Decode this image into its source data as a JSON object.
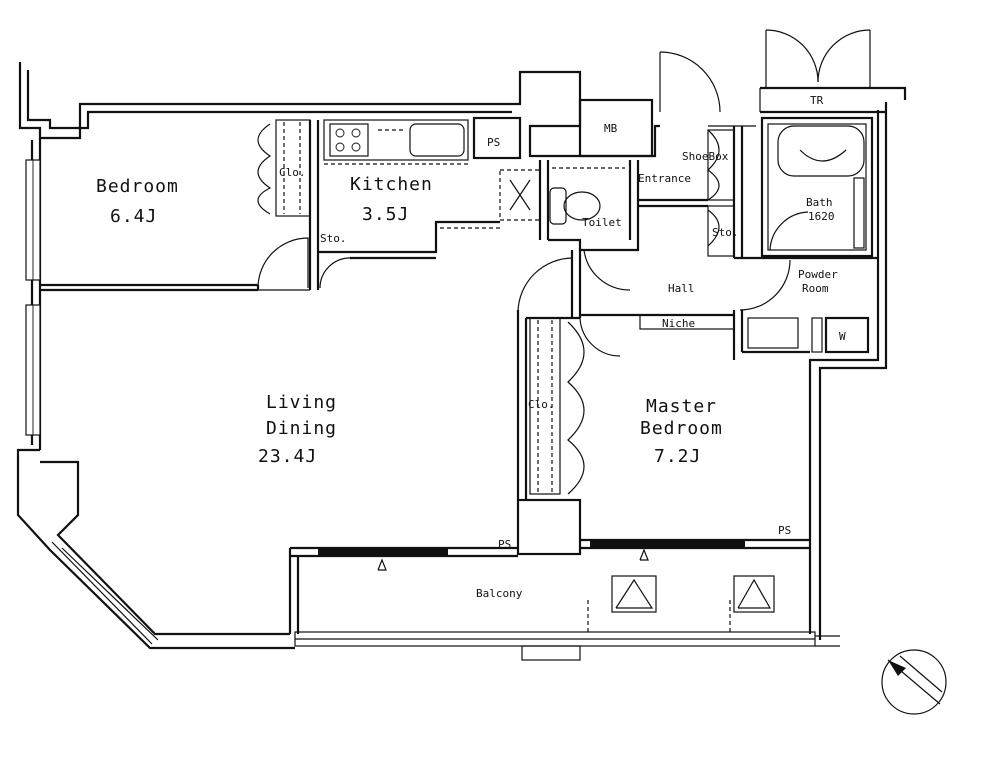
{
  "rooms": {
    "bedroom": {
      "name": "Bedroom",
      "size": "6.4J"
    },
    "kitchen": {
      "name": "Kitchen",
      "size": "3.5J"
    },
    "living": {
      "line1": "Living",
      "line2": "Dining",
      "size": "23.4J"
    },
    "master": {
      "line1": "Master",
      "line2": "Bedroom",
      "size": "7.2J"
    },
    "bath": {
      "name": "Bath",
      "size": "1620"
    },
    "powder": {
      "line1": "Powder",
      "line2": "Room"
    }
  },
  "labels": {
    "clo_bedroom": "Clo.",
    "clo_master": "Clo.",
    "sto_kitchen": "Sto.",
    "sto_entrance": "Sto.",
    "ps_kitchen": "PS",
    "ps_balcony_left": "PS",
    "ps_balcony_right": "PS",
    "mb": "MB",
    "shoe_box": "ShoeBox",
    "entrance": "Entrance",
    "toilet": "Toilet",
    "hall": "Hall",
    "niche": "Niche",
    "tr": "TR",
    "balcony": "Balcony",
    "washer": "W"
  },
  "compass": {
    "icon": "north-arrow-icon"
  }
}
